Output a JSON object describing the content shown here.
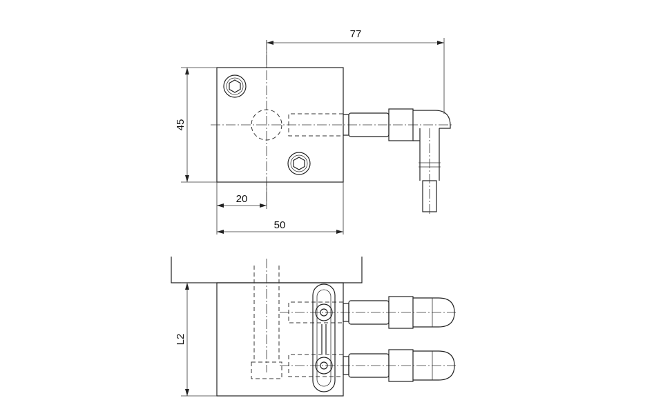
{
  "dimensions": {
    "overall_length": "77",
    "height": "45",
    "offset": "20",
    "width": "50",
    "side_height": "L2"
  }
}
